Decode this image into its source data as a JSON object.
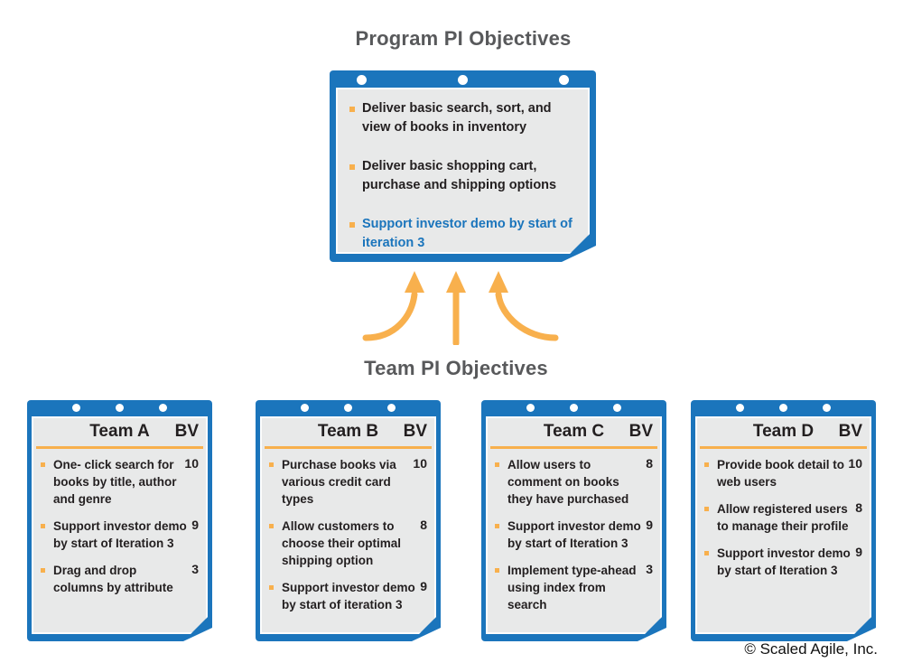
{
  "program": {
    "title": "Program PI Objectives",
    "items": [
      {
        "text": "Deliver basic search, sort, and view of books in inventory",
        "highlight": false
      },
      {
        "text": "Deliver basic shopping cart, purchase and shipping options",
        "highlight": false
      },
      {
        "text": "Support investor demo by start of iteration 3",
        "highlight": true
      }
    ]
  },
  "teams_label": "Team PI Objectives",
  "bv_label": "BV",
  "teams": [
    {
      "name": "Team A",
      "items": [
        {
          "text": "One- click search for books by title, author and genre",
          "bv": "10",
          "highlight": false
        },
        {
          "text": "Support investor demo by start of Iteration 3",
          "bv": "9",
          "highlight": true
        },
        {
          "text": "Drag and drop columns by attribute",
          "bv": "3",
          "highlight": false
        }
      ]
    },
    {
      "name": "Team B",
      "items": [
        {
          "text": "Purchase books via various credit card types",
          "bv": "10",
          "highlight": false
        },
        {
          "text": "Allow customers to choose their optimal shipping option",
          "bv": "8",
          "highlight": false
        },
        {
          "text": "Support investor demo by start of iteration 3",
          "bv": "9",
          "highlight": true
        }
      ]
    },
    {
      "name": "Team C",
      "items": [
        {
          "text": "Allow users to comment on books they have purchased",
          "bv": "8",
          "highlight": false
        },
        {
          "text": "Support investor demo by start of Iteration 3",
          "bv": "9",
          "highlight": true
        },
        {
          "text": "Implement type-ahead using index from search",
          "bv": "3",
          "highlight": false
        }
      ]
    },
    {
      "name": "Team D",
      "items": [
        {
          "text": "Provide book detail to web users",
          "bv": "10",
          "highlight": false
        },
        {
          "text": "Allow registered users to manage their profile",
          "bv": "8",
          "highlight": false
        },
        {
          "text": "Support investor demo by start of Iteration 3",
          "bv": "9",
          "highlight": true
        }
      ]
    }
  ],
  "footer": "© Scaled Agile, Inc.",
  "icons": {
    "card_holes": "pin-dot-icon",
    "list_marker": "bullet-square-icon",
    "flow": "up-arrows-icon",
    "corner": "folded-corner"
  },
  "colors": {
    "blue": "#1b75bc",
    "orange": "#f8b04d",
    "panel": "#e8e9e9",
    "heading": "#58595b",
    "text": "#231f20",
    "white": "#ffffff"
  }
}
